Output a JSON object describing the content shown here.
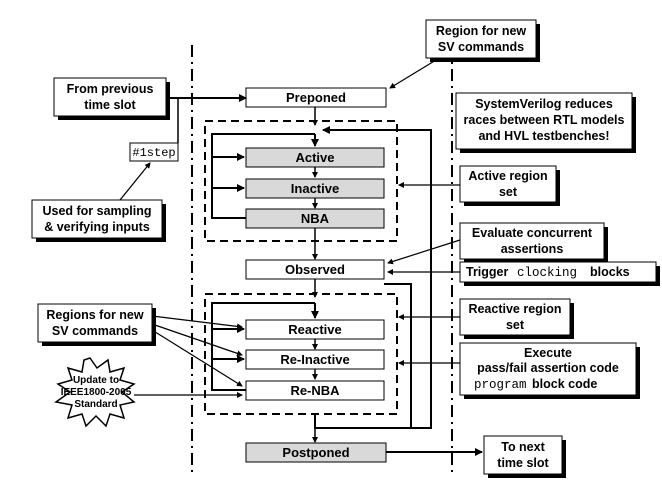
{
  "regions": {
    "preponed": "Preponed",
    "active": "Active",
    "inactive": "Inactive",
    "nba": "NBA",
    "observed": "Observed",
    "reactive": "Reactive",
    "re_inactive": "Re-Inactive",
    "re_nba": "Re-NBA",
    "postponed": "Postponed"
  },
  "callouts": {
    "from_previous": [
      "From previous",
      "time slot"
    ],
    "step": "#1step",
    "sampling": [
      "Used for sampling",
      "& verifying inputs"
    ],
    "region_new_top": [
      "Region for new",
      "SV commands"
    ],
    "systemverilog_note": [
      "SystemVerilog reduces",
      "races between RTL models",
      "and HVL testbenches!"
    ],
    "active_set": [
      "Active region",
      "set"
    ],
    "evaluate": [
      "Evaluate concurrent",
      "assertions"
    ],
    "trigger_prefix": "Trigger ",
    "trigger_mono": "clocking",
    "trigger_suffix": " blocks",
    "reactive_set": [
      "Reactive region",
      "set"
    ],
    "execute_line1": "Execute",
    "execute_line2": "pass/fail assertion code",
    "execute_mono": "program",
    "execute_suffix": " block code",
    "regions_new_left": [
      "Regions for new",
      "SV commands"
    ],
    "update_star": [
      "Update to",
      "IEEE1800-2005",
      "Standard"
    ],
    "to_next": [
      "To next",
      "time slot"
    ]
  },
  "colors": {
    "shaded_box": "#d9d9d9",
    "plain_box": "#ffffff",
    "line": "#000000"
  }
}
